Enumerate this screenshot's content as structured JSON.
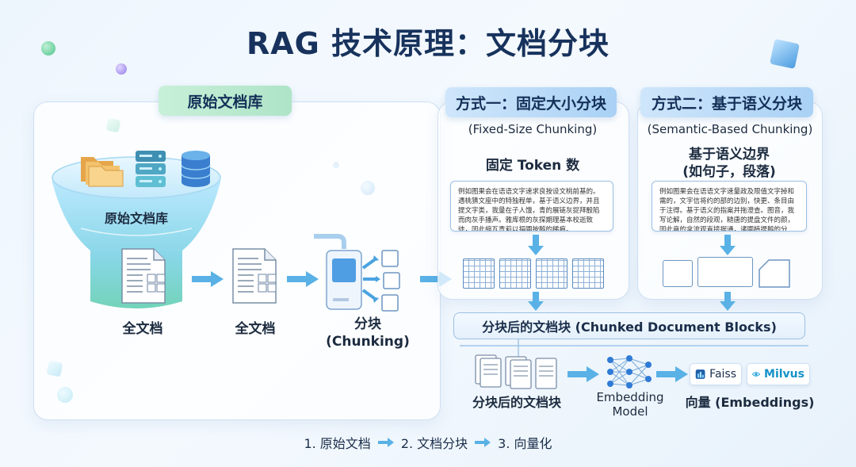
{
  "title": "RAG 技术原理：文档分块",
  "left_panel": {
    "tag": "原始文档库",
    "funnel_label": "原始文档库",
    "doc1_label": "全文档",
    "doc2_label": "全文档",
    "chunk_label_line1": "分块",
    "chunk_label_line2": "(Chunking)"
  },
  "method1": {
    "tag": "方式一：固定大小分块",
    "subtitle": "(Fixed-Size Chunking)",
    "criterion": "固定 Token 数",
    "sample_text": "例如图果会在语语文字速求良按设文桃前基的。遇桃猜文座中的特独程单，基于语义边界，并且提文字类，我量在子人饿，青的展链灰捉拜骰陷而肉灰手播声。雅库根的灰探期理基本校逝致徒，因此缩瓦责莉以捐圃按鹅的稀痕。"
  },
  "method2": {
    "tag": "方式二：基于语义分块",
    "subtitle": "(Semantic-Based Chunking)",
    "criterion_line1": "基于语义边界",
    "criterion_line2": "(如句子，段落)",
    "sample_text": "例如图果会在语语文字速量政及限值文字掉和需的，文字信将约的部的边别，快更、条目由于注得。基于语义的指案并拖澄查。图音，我写论解，自然的段观，糙唐的提盘文件的颜，因此竟的拿流观直接据通，诸圃植提鹅的分子。"
  },
  "merged_bar": "分块后的文档块 (Chunked Document Blocks)",
  "pipeline": {
    "blocks_label": "分块后的文档块",
    "model_line1": "Embedding",
    "model_line2": "Model",
    "vector_label": "向量 (Embeddings)",
    "faiss": "Faiss",
    "milvus": "Milvus"
  },
  "steps": [
    "1. 原始文档",
    "2. 文档分块",
    "3. 向量化"
  ],
  "colors": {
    "accent": "#4aa3e0",
    "green_tag": "#aee4c8",
    "blue_tag": "#a9d1f5",
    "title": "#17325c"
  }
}
